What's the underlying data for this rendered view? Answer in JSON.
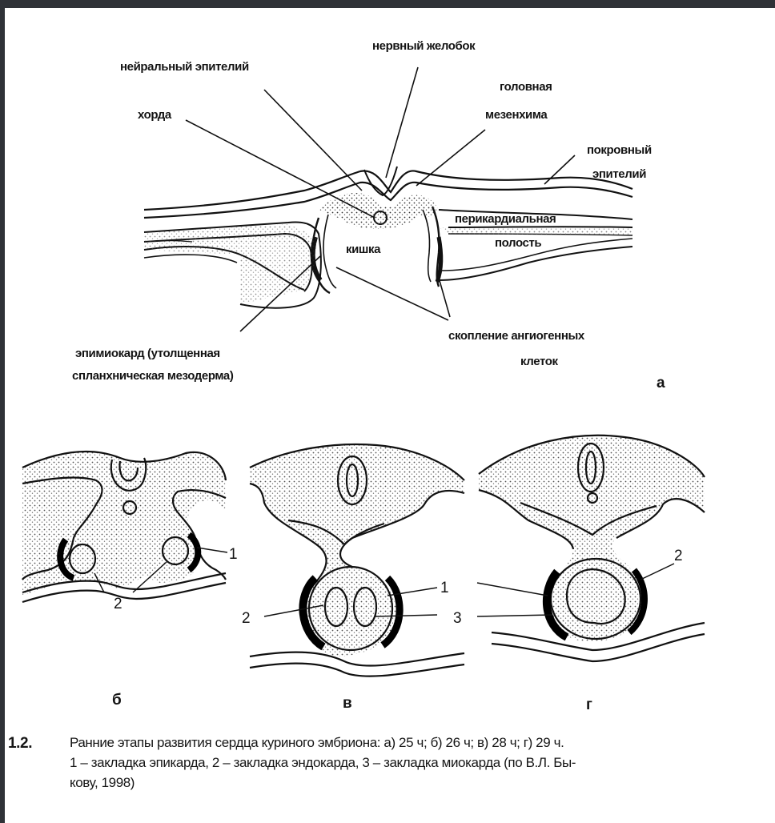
{
  "labels": {
    "neural_epithelium": "нейральный эпителий",
    "neural_groove": "нервный желобок",
    "notochord": "хорда",
    "head_mesenchyme_1": "головная",
    "head_mesenchyme_2": "мезенхима",
    "covering_epithelium_1": "покровный",
    "covering_epithelium_2": "эпителий",
    "pericardial_1": "перикардиальная",
    "pericardial_2": "полость",
    "gut": "кишка",
    "epimyocardium_1": "эпимиокард (утолщенная",
    "epimyocardium_2": "спланхническая мезодерма)",
    "angiogenic_1": "скопление ангиогенных",
    "angiogenic_2": "клеток"
  },
  "panels": {
    "a": "а",
    "b": "б",
    "v": "в",
    "g": "г"
  },
  "numbers": {
    "n1": "1",
    "n2": "2",
    "n3": "3"
  },
  "caption": {
    "number": "1.2.",
    "line1": "Ранние этапы развития сердца куриного эмбриона: а) 25 ч; б) 26 ч; в) 28 ч; г) 29 ч.",
    "line2": "1 – закладка эпикарда, 2 – закладка эндокарда, 3 – закладка миокарда (по В.Л. Бы-",
    "line3": "кову, 1998)"
  }
}
